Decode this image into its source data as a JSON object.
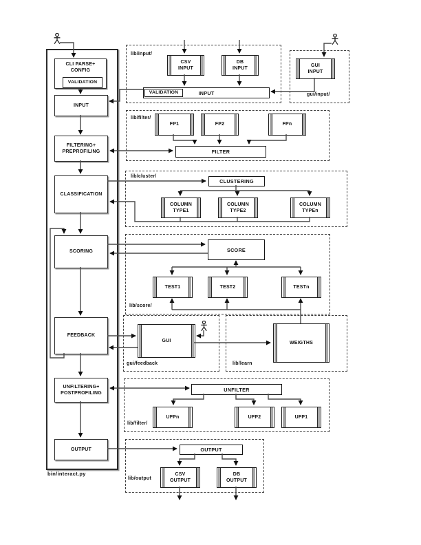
{
  "page": {
    "background": "#ffffff",
    "line_color": "#4a4a4a",
    "border_color": "#2b2b2b"
  },
  "icons": {
    "actor": "stick-figure-actor"
  },
  "main": {
    "label": "bin/interact.py",
    "boxes": {
      "cli": "CLI PARSE+\nCONFIG",
      "cli_validation": "VALIDATION",
      "input": "INPUT",
      "filtering": "FILTERING+\nPREPROFILING",
      "classification": "CLASSIFICATION",
      "scoring": "SCORING",
      "feedback": "FEEDBACK",
      "unfiltering": "UNFILTERING+\nPOSTPROFILING",
      "output": "OUTPUT"
    }
  },
  "regions": {
    "lib_input": {
      "label": "lib/input/",
      "csv": "CSV\nINPUT",
      "db": "DB\nINPUT",
      "bar": "INPUT",
      "validation": "VALIDATION"
    },
    "gui_input": {
      "label": "gui/input/",
      "gui": "GUI\nINPUT"
    },
    "lib_filter_top": {
      "label": "lib/filter/",
      "fp1": "FP1",
      "fp2": "FP2",
      "fpn": "FPn",
      "bar": "FILTER"
    },
    "lib_cluster": {
      "label": "lib/cluster/",
      "bar": "CLUSTERING",
      "type1": "COLUMN\nTYPE1",
      "type2": "COLUMN\nTYPE2",
      "typen": "COLUMN\nTYPEn"
    },
    "lib_score": {
      "label": "lib/score/",
      "score": "SCORE",
      "test1": "TEST1",
      "test2": "TEST2",
      "testn": "TESTn"
    },
    "gui_feedback": {
      "label": "gui/feedback",
      "gui": "GUI"
    },
    "lib_learn": {
      "label": "lib/learn",
      "weigths": "WEIGTHS"
    },
    "lib_filter_bottom": {
      "label": "lib/filter/",
      "bar": "UNFILTER",
      "ufpn": "UFPn",
      "ufp2": "UFP2",
      "ufp1": "UFP1"
    },
    "lib_output": {
      "label": "lib/output",
      "bar": "OUTPUT",
      "csv": "CSV\nOUTPUT",
      "db": "DB\nOUTPUT"
    }
  }
}
